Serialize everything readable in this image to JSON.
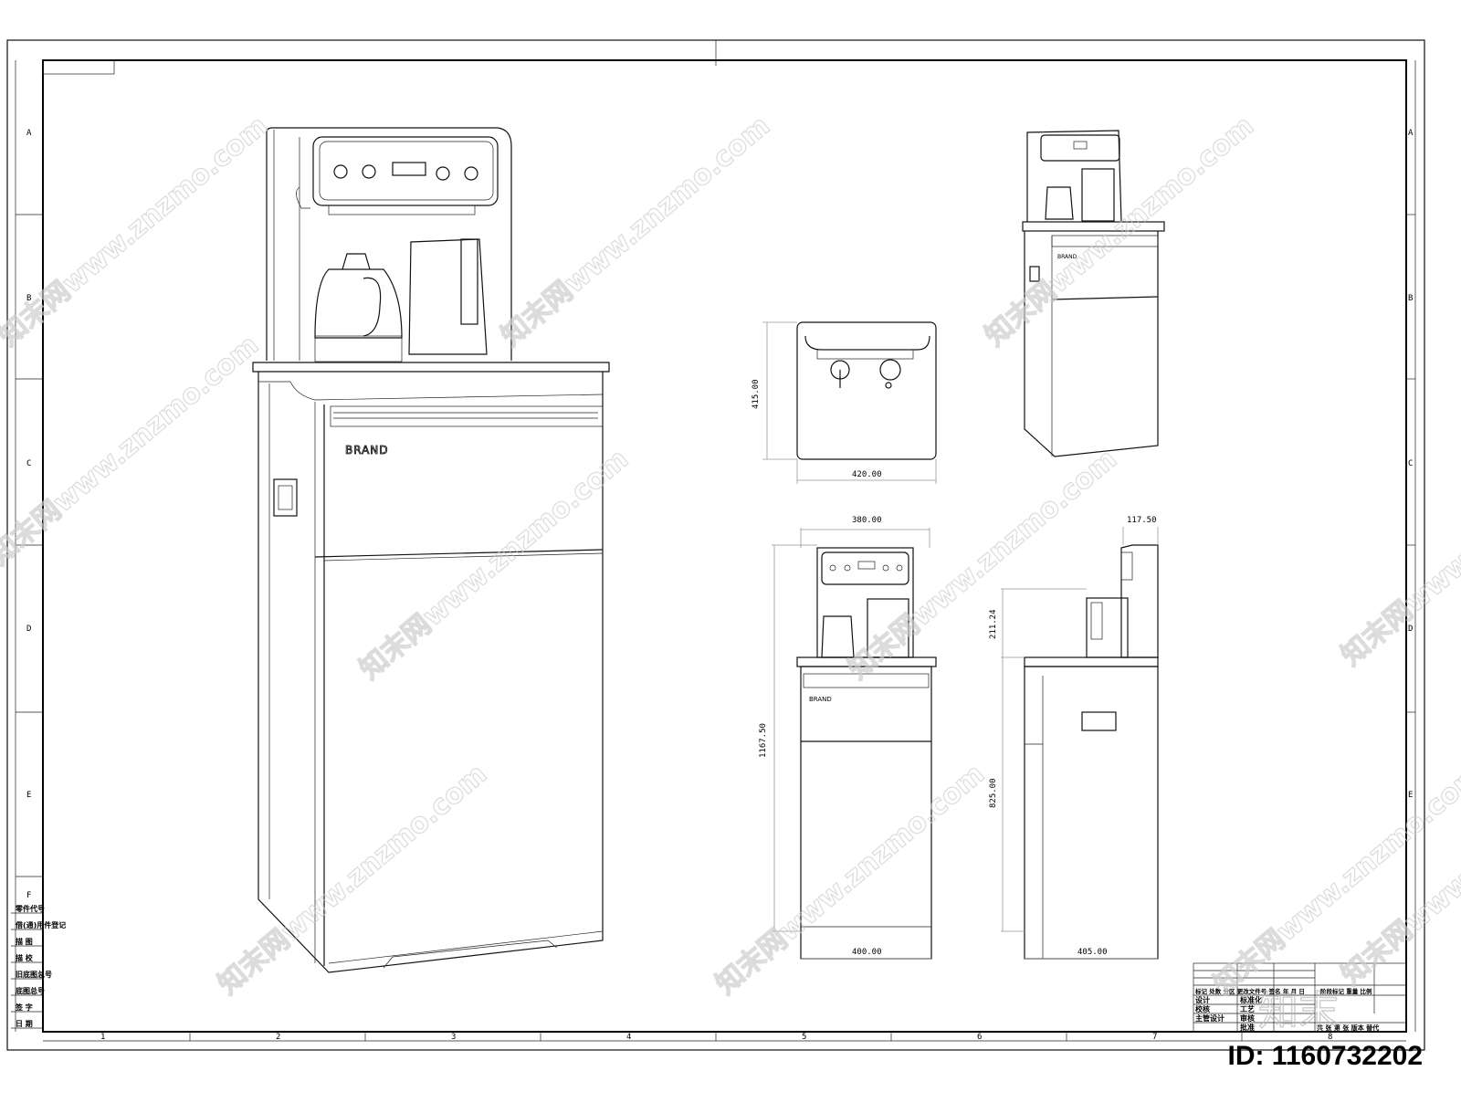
{
  "drawing": {
    "zone_letters": [
      "A",
      "B",
      "C",
      "D",
      "E",
      "F"
    ],
    "zone_numbers": [
      "1",
      "2",
      "3",
      "4",
      "5",
      "6",
      "7",
      "8"
    ],
    "side_table": [
      "零件代号",
      "借(通)用件登记",
      "描 图",
      "描 校",
      "旧底图总号",
      "底图总号",
      "签 字",
      "日 期"
    ],
    "title_block": {
      "header": "标记 处数 分区 更改文件号 签名 年 月 日",
      "stage": "阶段标记 重量 比例",
      "rows": [
        {
          "left": "设计",
          "mid": "标准化"
        },
        {
          "left": "校核",
          "mid": "工艺"
        },
        {
          "left": "主管设计",
          "mid": "审核"
        },
        {
          "left": "",
          "mid": "批准"
        }
      ],
      "footer": "共 张 第 张 版本 替代"
    },
    "brand_label": "BRAND",
    "dimensions": {
      "side_height": "415.00",
      "side_width": "420.00",
      "front_top_width": "380.00",
      "front_height": "1167.50",
      "front_width": "400.00",
      "side_top_depth": "117.50",
      "side_top_height": "211.24",
      "side_body_height": "825.00",
      "side_depth": "405.00"
    }
  },
  "watermark": {
    "text": "知末网www.znzmo.com",
    "logo": "知末"
  },
  "id_label": "ID: 1160732202"
}
